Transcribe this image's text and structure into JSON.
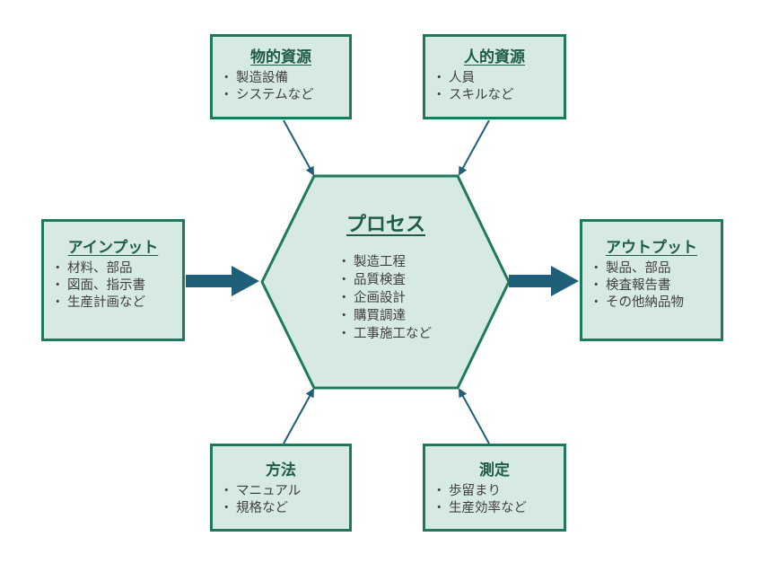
{
  "process": {
    "title": "プロセス",
    "items": [
      "製造工程",
      "品質検査",
      "企画設計",
      "購買調達",
      "工事施工など"
    ]
  },
  "physical_resources": {
    "title": "物的資源",
    "items": [
      "製造設備",
      "システムなど"
    ]
  },
  "human_resources": {
    "title": "人的資源",
    "items": [
      "人員",
      "スキルなど"
    ]
  },
  "input": {
    "title": "アインプット",
    "items": [
      "材料、部品",
      "図面、指示書",
      "生産計画など"
    ]
  },
  "output": {
    "title": "アウトプット",
    "items": [
      "製品、部品",
      "検査報告書",
      "その他納品物"
    ]
  },
  "method": {
    "title": "方法",
    "items": [
      "マニュアル",
      "規格など"
    ]
  },
  "measurement": {
    "title": "測定",
    "items": [
      "歩留まり",
      "生産効率など"
    ]
  },
  "colors": {
    "box_fill": "#d6e9e2",
    "box_border": "#1e7a5c",
    "title_text": "#1e5b4a",
    "arrow": "#1f5f7a"
  }
}
